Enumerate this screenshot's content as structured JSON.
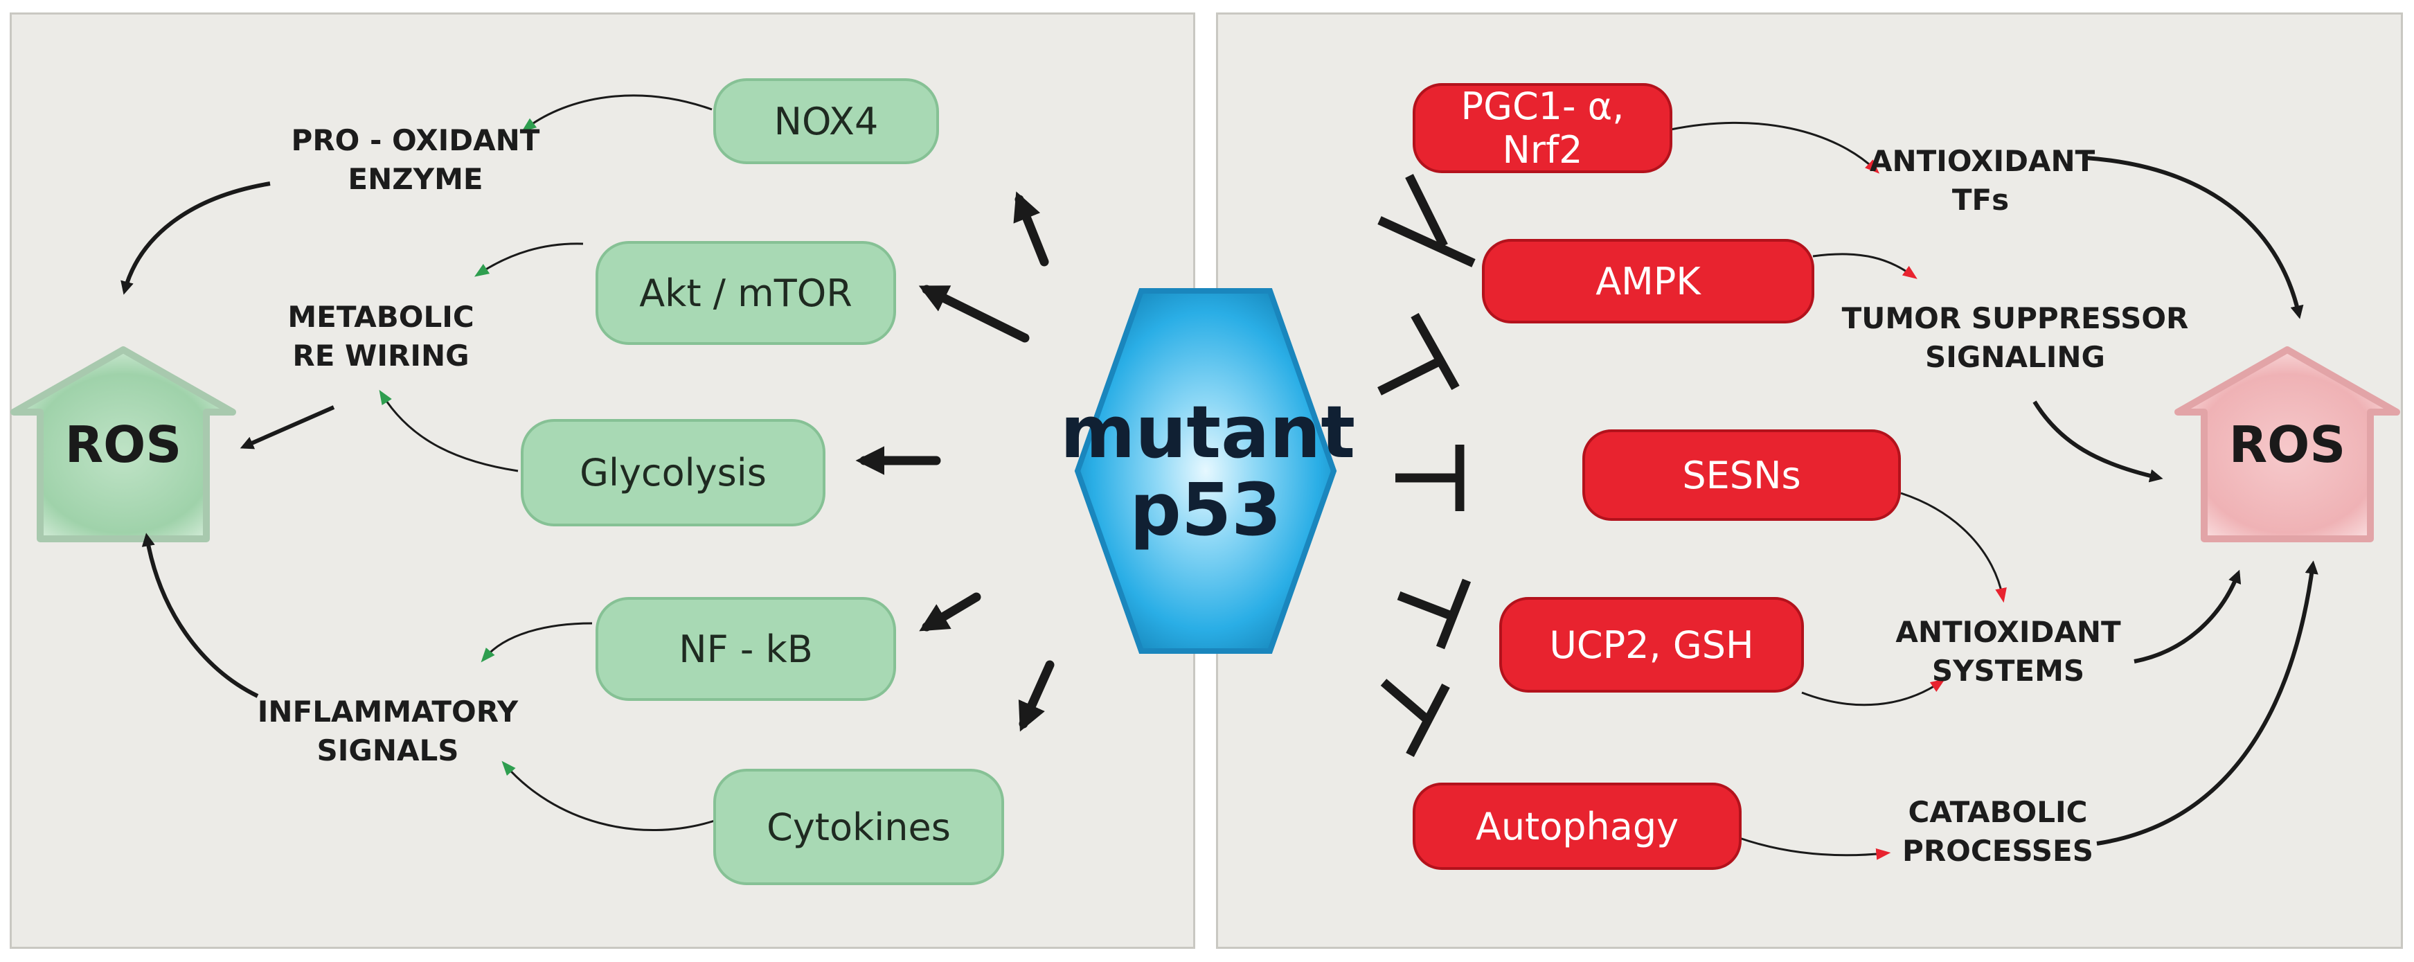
{
  "center": {
    "line1": "mutant",
    "line2": "p53"
  },
  "ros": {
    "left": "ROS",
    "right": "ROS"
  },
  "left_nodes": {
    "nox4": "NOX4",
    "akt": "Akt / mTOR",
    "glycolysis": "Glycolysis",
    "nfkb": "NF - kB",
    "cytokines": "Cytokines"
  },
  "left_labels": {
    "pro_oxidant_1": "PRO - OXIDANT",
    "pro_oxidant_2": "ENZYME",
    "metabolic_1": "METABOLIC",
    "metabolic_2": "RE WIRING",
    "inflammatory_1": "INFLAMMATORY",
    "inflammatory_2": "SIGNALS"
  },
  "right_nodes": {
    "pgc1": "PGC1- α, Nrf2",
    "ampk": "AMPK",
    "sesns": "SESNs",
    "ucp2": "UCP2, GSH",
    "autophagy": "Autophagy"
  },
  "right_labels": {
    "antioxidant_tfs_1": "ANTIOXIDANT",
    "antioxidant_tfs_2": "TFs",
    "tumor_1": "TUMOR SUPPRESSOR",
    "tumor_2": "SIGNALING",
    "antioxidant_sys_1": "ANTIOXIDANT",
    "antioxidant_sys_2": "SYSTEMS",
    "catabolic_1": "CATABOLIC",
    "catabolic_2": "PROCESSES"
  },
  "colors": {
    "green_node": "#a8d9b4",
    "red_node": "#e8232f",
    "hexagon": "#3bb8ea",
    "panel": "#ecebe7",
    "arrow": "#1a1a1a",
    "green_arrowhead": "#2e9e4f",
    "red_arrowhead": "#e8232f"
  }
}
